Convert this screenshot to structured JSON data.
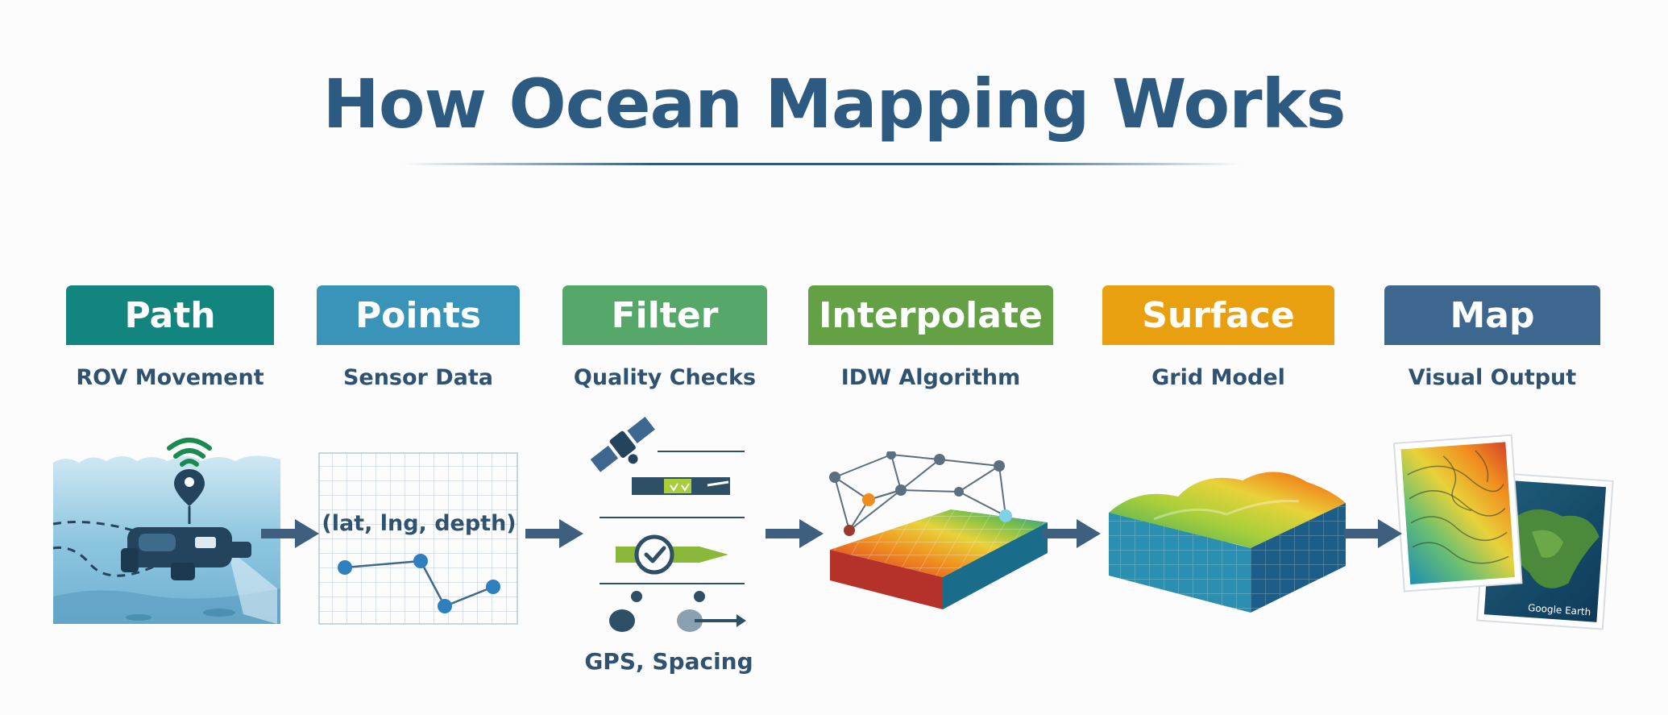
{
  "title": "How Ocean Mapping Works",
  "steps": [
    {
      "label": "Path",
      "sub": "ROV Movement",
      "color": "#12857e"
    },
    {
      "label": "Points",
      "sub": "Sensor Data",
      "color": "#3a93b8"
    },
    {
      "label": "Filter",
      "sub": "Quality Checks",
      "color": "#56a86a"
    },
    {
      "label": "Interpolate",
      "sub": "IDW Algorithm",
      "color": "#64a044"
    },
    {
      "label": "Surface",
      "sub": "Grid Model",
      "color": "#e8a010"
    },
    {
      "label": "Map",
      "sub": "Visual Output",
      "color": "#3e6790"
    }
  ],
  "points_text": "(lat, lng, depth)",
  "filter_caption": "GPS, Spacing",
  "map_watermark": "Google Earth",
  "icons": [
    "wifi-signal-icon",
    "location-pin-icon",
    "rov-icon",
    "satellite-icon",
    "checkmark-icon",
    "arrow-right-icon"
  ]
}
